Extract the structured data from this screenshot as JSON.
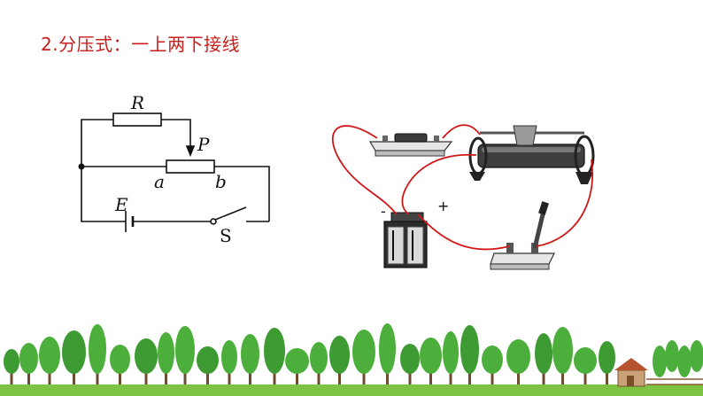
{
  "title": "2.分压式：一上两下接线",
  "circuit_labels": {
    "resistor": "R",
    "slider": "P",
    "end_a": "a",
    "end_b": "b",
    "emf": "E",
    "switch": "S"
  },
  "battery_polarity": {
    "negative": "-",
    "positive": "+"
  },
  "colors": {
    "title": "#c81e1e",
    "wire": "#d01818",
    "tree": "#4caf3c",
    "grass": "#7dc242"
  }
}
